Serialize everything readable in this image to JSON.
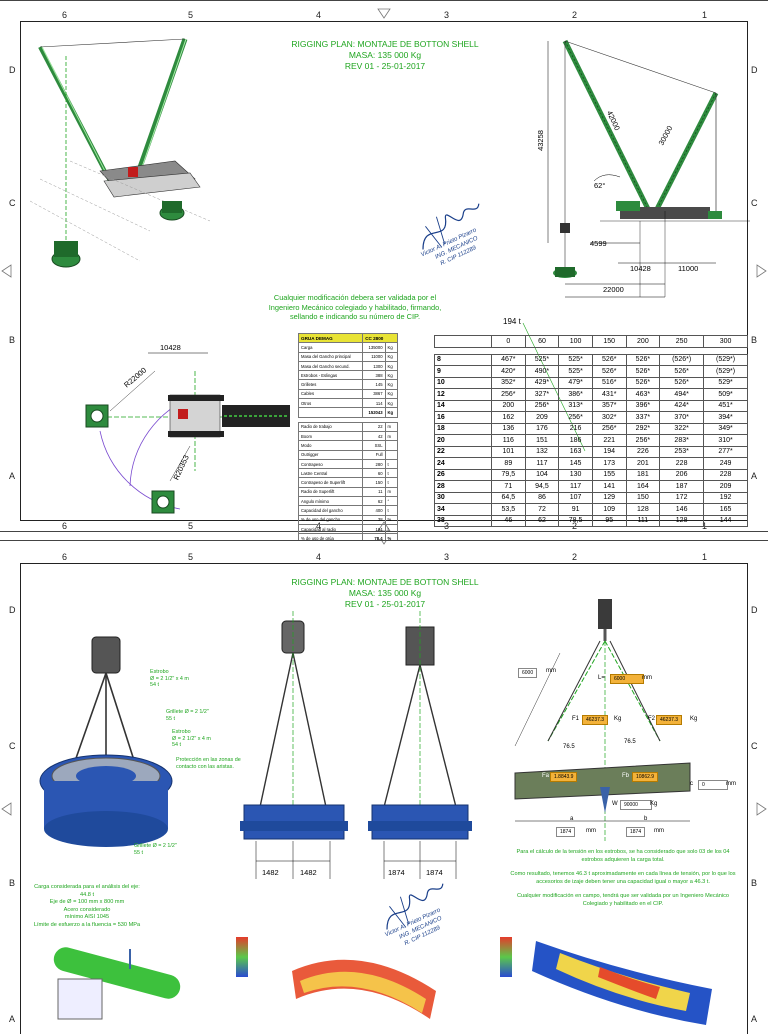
{
  "sheet1": {
    "col_numbers": [
      "6",
      "5",
      "4",
      "3",
      "2",
      "1"
    ],
    "row_letters": [
      "D",
      "C",
      "B",
      "A"
    ],
    "title": {
      "line1": "RIGGING PLAN: MONTAJE DE BOTTON SHELL",
      "line2": "MASA: 135 000 Kg",
      "line3": "REV 01 - 25-01-2017"
    },
    "dims_side": {
      "h": "43258",
      "boom": "42000",
      "jib": "30000",
      "angle": "62°",
      "d1": "4599",
      "d2": "10428",
      "d3": "11000",
      "d4": "22000"
    },
    "dims_plan": {
      "d1": "10428",
      "r1": "R22000",
      "r2": "R20353"
    },
    "note_validation": "Cualquier modificación debera ser validada por el Ingeniero Mecánico colegiado y habilitado, firmando, sellando e indicando su número de CIP.",
    "signature": {
      "name": "Victor A. Prieto Pizarro",
      "title": "ING. MECANICO",
      "cip": "R. CIP 112289"
    },
    "crane_label": "194 t",
    "demag_table": {
      "header": [
        "GRUA DEMAG",
        "CC 2800",
        ""
      ],
      "rows_top": [
        [
          "Carga",
          "135000",
          "Kg"
        ],
        [
          "Masa del Gancho principal",
          "11000",
          "Kg"
        ],
        [
          "Masa del Gancho secund.",
          "1300",
          "Kg"
        ],
        [
          "Estrobos - Eslingas",
          "388",
          "Kg"
        ],
        [
          "Grilletes",
          "145",
          "Kg"
        ],
        [
          "Cables",
          "3867",
          "Kg"
        ],
        [
          "Otros",
          "114",
          "Kg"
        ]
      ],
      "total": [
        "",
        "152043",
        "Kg"
      ],
      "rows_bottom": [
        [
          "Radio de trabajo",
          "22",
          "m"
        ],
        [
          "Boom",
          "42",
          "m"
        ],
        [
          "Modo",
          "SSL",
          ""
        ],
        [
          "Outrigger",
          "Full",
          ""
        ],
        [
          "Contrapeso",
          "280",
          "t"
        ],
        [
          "Lastre Central",
          "60",
          "t"
        ],
        [
          "Contrapeso de Superlift",
          "150",
          "t"
        ],
        [
          "Radio de Superlift",
          "11",
          "m"
        ],
        [
          "Angulo mínimo",
          "62",
          "°"
        ],
        [
          "Capacidad del gancho",
          "400",
          "t"
        ],
        [
          "% de uso del gancho",
          "38",
          "%"
        ],
        [
          "Capacidad al radio",
          "194",
          "t"
        ],
        [
          "% de uso de grúa",
          "78.4",
          "%"
        ]
      ]
    },
    "load_chart": {
      "columns": [
        "",
        "0",
        "60",
        "100",
        "150",
        "200",
        "250",
        "300"
      ],
      "rows": [
        [
          "8",
          "467*",
          "525*",
          "525*",
          "526*",
          "526*",
          "(526*)",
          "(529*)"
        ],
        [
          "9",
          "420*",
          "490*",
          "525*",
          "526*",
          "526*",
          "526*",
          "(529*)"
        ],
        [
          "10",
          "352*",
          "429*",
          "479*",
          "516*",
          "526*",
          "526*",
          "529*"
        ],
        [
          "12",
          "256*",
          "327*",
          "386*",
          "431*",
          "463*",
          "494*",
          "509*"
        ],
        [
          "14",
          "200",
          "256*",
          "313*",
          "357*",
          "396*",
          "424*",
          "451*"
        ],
        [
          "16",
          "162",
          "209",
          "256*",
          "302*",
          "337*",
          "370*",
          "394*"
        ],
        [
          "18",
          "136",
          "176",
          "216",
          "256*",
          "292*",
          "322*",
          "349*"
        ],
        [
          "20",
          "116",
          "151",
          "186",
          "221",
          "256*",
          "283*",
          "310*"
        ],
        [
          "22",
          "101",
          "132",
          "163",
          "194",
          "226",
          "253*",
          "277*"
        ],
        [
          "24",
          "89",
          "117",
          "145",
          "173",
          "201",
          "228",
          "249"
        ],
        [
          "26",
          "79,5",
          "104",
          "130",
          "155",
          "181",
          "206",
          "228"
        ],
        [
          "28",
          "71",
          "94,5",
          "117",
          "141",
          "164",
          "187",
          "209"
        ],
        [
          "30",
          "64,5",
          "86",
          "107",
          "129",
          "150",
          "172",
          "192"
        ],
        [
          "34",
          "53,5",
          "72",
          "91",
          "109",
          "128",
          "146",
          "165"
        ],
        [
          "38",
          "46",
          "62",
          "78,5",
          "95",
          "111",
          "128",
          "144"
        ]
      ]
    }
  },
  "sheet2": {
    "title": {
      "line1": "RIGGING PLAN: MONTAJE DE BOTTON SHELL",
      "line2": "MASA: 135 000 Kg",
      "line3": "REV 01 - 25-01-2017"
    },
    "labels": {
      "estrobo1": "Estrobo",
      "estrobo1_spec": "Ø = 2 1/2\" x 4 m",
      "estrobo1_cap": "54 t",
      "grillete1": "Grillete Ø = 2 1/2\"",
      "grillete1_cap": "55 t",
      "estrobo2": "Estrobo",
      "estrobo2_spec": "Ø = 2 1/2\" x 4 m",
      "estrobo2_cap": "54 t",
      "proteccion": "Protección en las zonas de contacto con las aristas.",
      "grillete2": "Grillete Ø = 2 1/2\"",
      "grillete2_cap": "55 t"
    },
    "dims_front": [
      "1482",
      "1482"
    ],
    "dims_side": [
      "1874",
      "1874"
    ],
    "calc": {
      "l_label": "L=",
      "l_value": "6000",
      "l_unit": "mm",
      "e_value": "6000",
      "e_unit": "mm",
      "f1_label": "F1",
      "f1_value": "46237.3",
      "f1_unit": "Kg",
      "f2_label": "F2",
      "f2_value": "46237.3",
      "f2_unit": "Kg",
      "angle1": "76.5",
      "angle2": "76.5",
      "fa_label": "Fa",
      "fa_value": "1.8843.9",
      "fb_label": "Fb",
      "fb_value": "10862.9",
      "w_label": "W",
      "w_value": "90000",
      "w_unit": "Kg",
      "c_label": "c",
      "c_value": "0",
      "c_unit": "mm",
      "a_label": "a",
      "a_value": "1874",
      "a_unit": "mm",
      "b_label": "b",
      "b_value": "1874",
      "b_unit": "mm"
    },
    "notes": [
      "Para el cálculo de la tensión en los estrobos, se ha considerado que solo 03 de los 04 estrobos adquieren la carga total.",
      "Como resultado, tenemos 46.3 t aproximadamente en cada línea de tensión, por lo que los accesorios de izaje deben tener una capacidad igual o mayor a 46.3 t.",
      "Cualquier modificación en campo, tendrá que ser validada por un Ingeniero Mecánico Colegiado y habilitado en el CIP."
    ],
    "axis_note": {
      "l1": "Carga considerada para el análisis del eje:",
      "l2": "44.8 t",
      "l3": "Eje de Ø = 100 mm x 800 mm",
      "l4": "Acero considerado",
      "l5": "mínimo AISI 1045",
      "l6": "Límite de esfuerzo a la fluencia = 530 MPa"
    },
    "signature": {
      "name": "Victor A. Prieto Pizarro",
      "title": "ING. MECANICO",
      "cip": "R. CIP 112289"
    }
  },
  "colors": {
    "accent": "#1fa51f",
    "crane": "#2e8b3e",
    "shell": "#2b56b3",
    "highlight": "#f3b23a"
  }
}
